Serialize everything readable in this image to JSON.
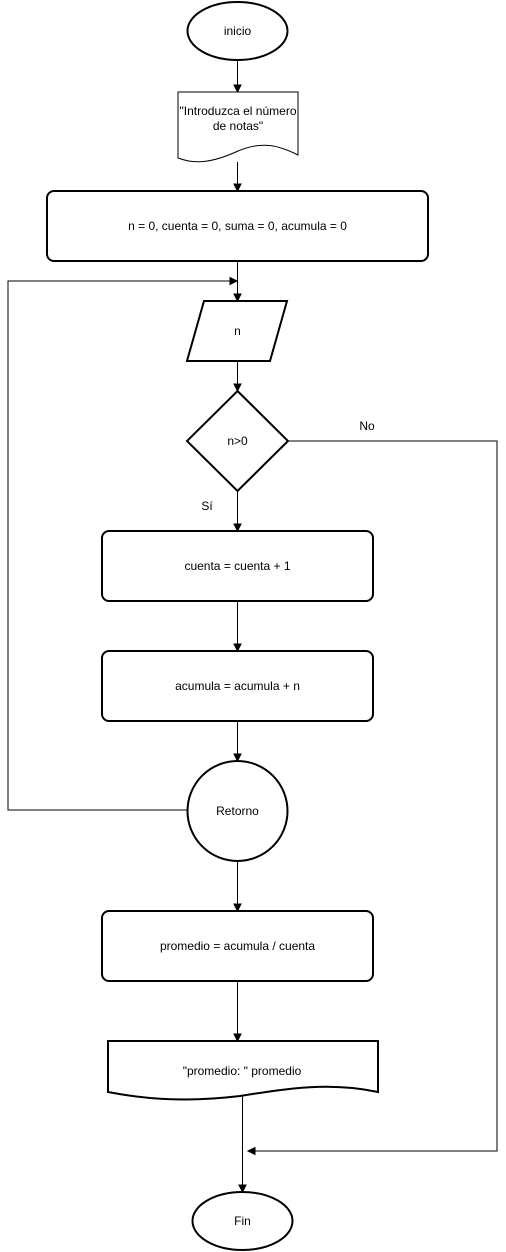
{
  "flowchart": {
    "start_label": "inicio",
    "prompt_label_line1": "\"Introduzca el número",
    "prompt_label_line2": "de notas\"",
    "init_label": "n = 0, cuenta = 0, suma = 0, acumula = 0",
    "input_label": "n",
    "decision_label": "n>0",
    "yes_label": "Sí",
    "no_label": "No",
    "count_label": "cuenta = cuenta + 1",
    "accumulate_label": "acumula = acumula + n",
    "return_label": "Retorno",
    "average_label": "promedio = acumula / cuenta",
    "output_label": "\"promedio: \" promedio",
    "end_label": "Fin"
  }
}
